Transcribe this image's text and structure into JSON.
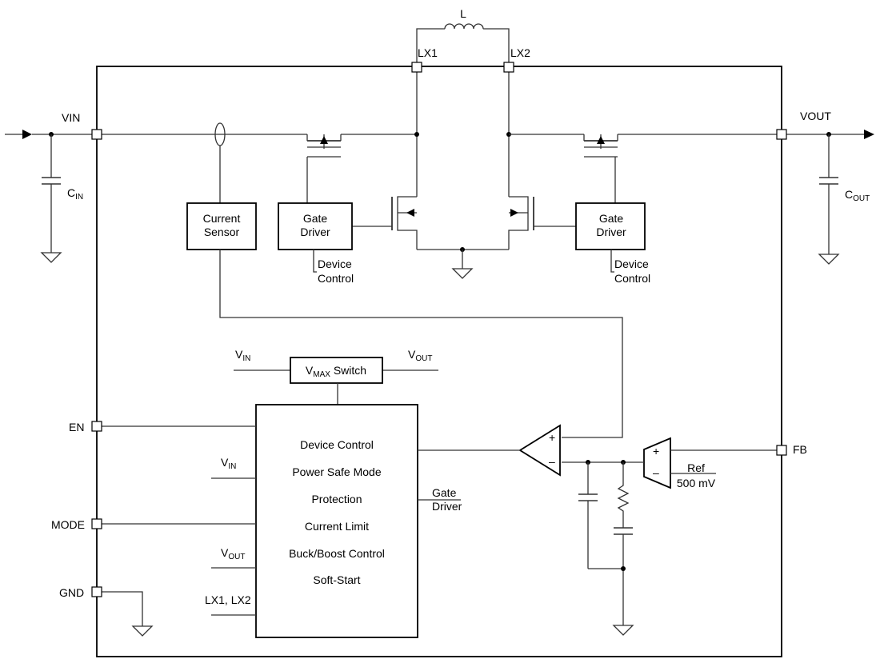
{
  "pins": {
    "vin": "VIN",
    "vout": "VOUT",
    "lx1": "LX1",
    "lx2": "LX2",
    "en": "EN",
    "mode": "MODE",
    "gnd": "GND",
    "fb": "FB"
  },
  "inductor": "L",
  "capacitors": {
    "cin": {
      "main": "C",
      "sub": "IN"
    },
    "cout": {
      "main": "C",
      "sub": "OUT"
    }
  },
  "blocks": {
    "current_sensor": [
      "Current",
      "Sensor"
    ],
    "gate_driver_left": [
      "Gate",
      "Driver"
    ],
    "gate_driver_right": [
      "Gate",
      "Driver"
    ],
    "vmax_switch": {
      "main": "V",
      "sub": "MAX",
      "rest": " Switch"
    }
  },
  "device_control_labels": {
    "left": [
      "Device",
      "Control"
    ],
    "right": [
      "Device",
      "Control"
    ]
  },
  "supply_labels": {
    "vin": {
      "main": "V",
      "sub": "IN"
    },
    "vout": {
      "main": "V",
      "sub": "OUT"
    }
  },
  "control_block": {
    "functions": [
      "Device Control",
      "Power Safe Mode",
      "Protection",
      "Current Limit",
      "Buck/Boost Control",
      "Soft-Start"
    ],
    "inputs": {
      "vin": {
        "main": "V",
        "sub": "IN"
      },
      "vout": {
        "main": "V",
        "sub": "OUT"
      },
      "lx": "LX1, LX2"
    },
    "output": [
      "Gate",
      "Driver"
    ]
  },
  "comparator": {
    "plus": "+",
    "minus": "–"
  },
  "error_amp": {
    "plus": "+",
    "minus": "–"
  },
  "reference": [
    "Ref",
    "500 mV"
  ]
}
